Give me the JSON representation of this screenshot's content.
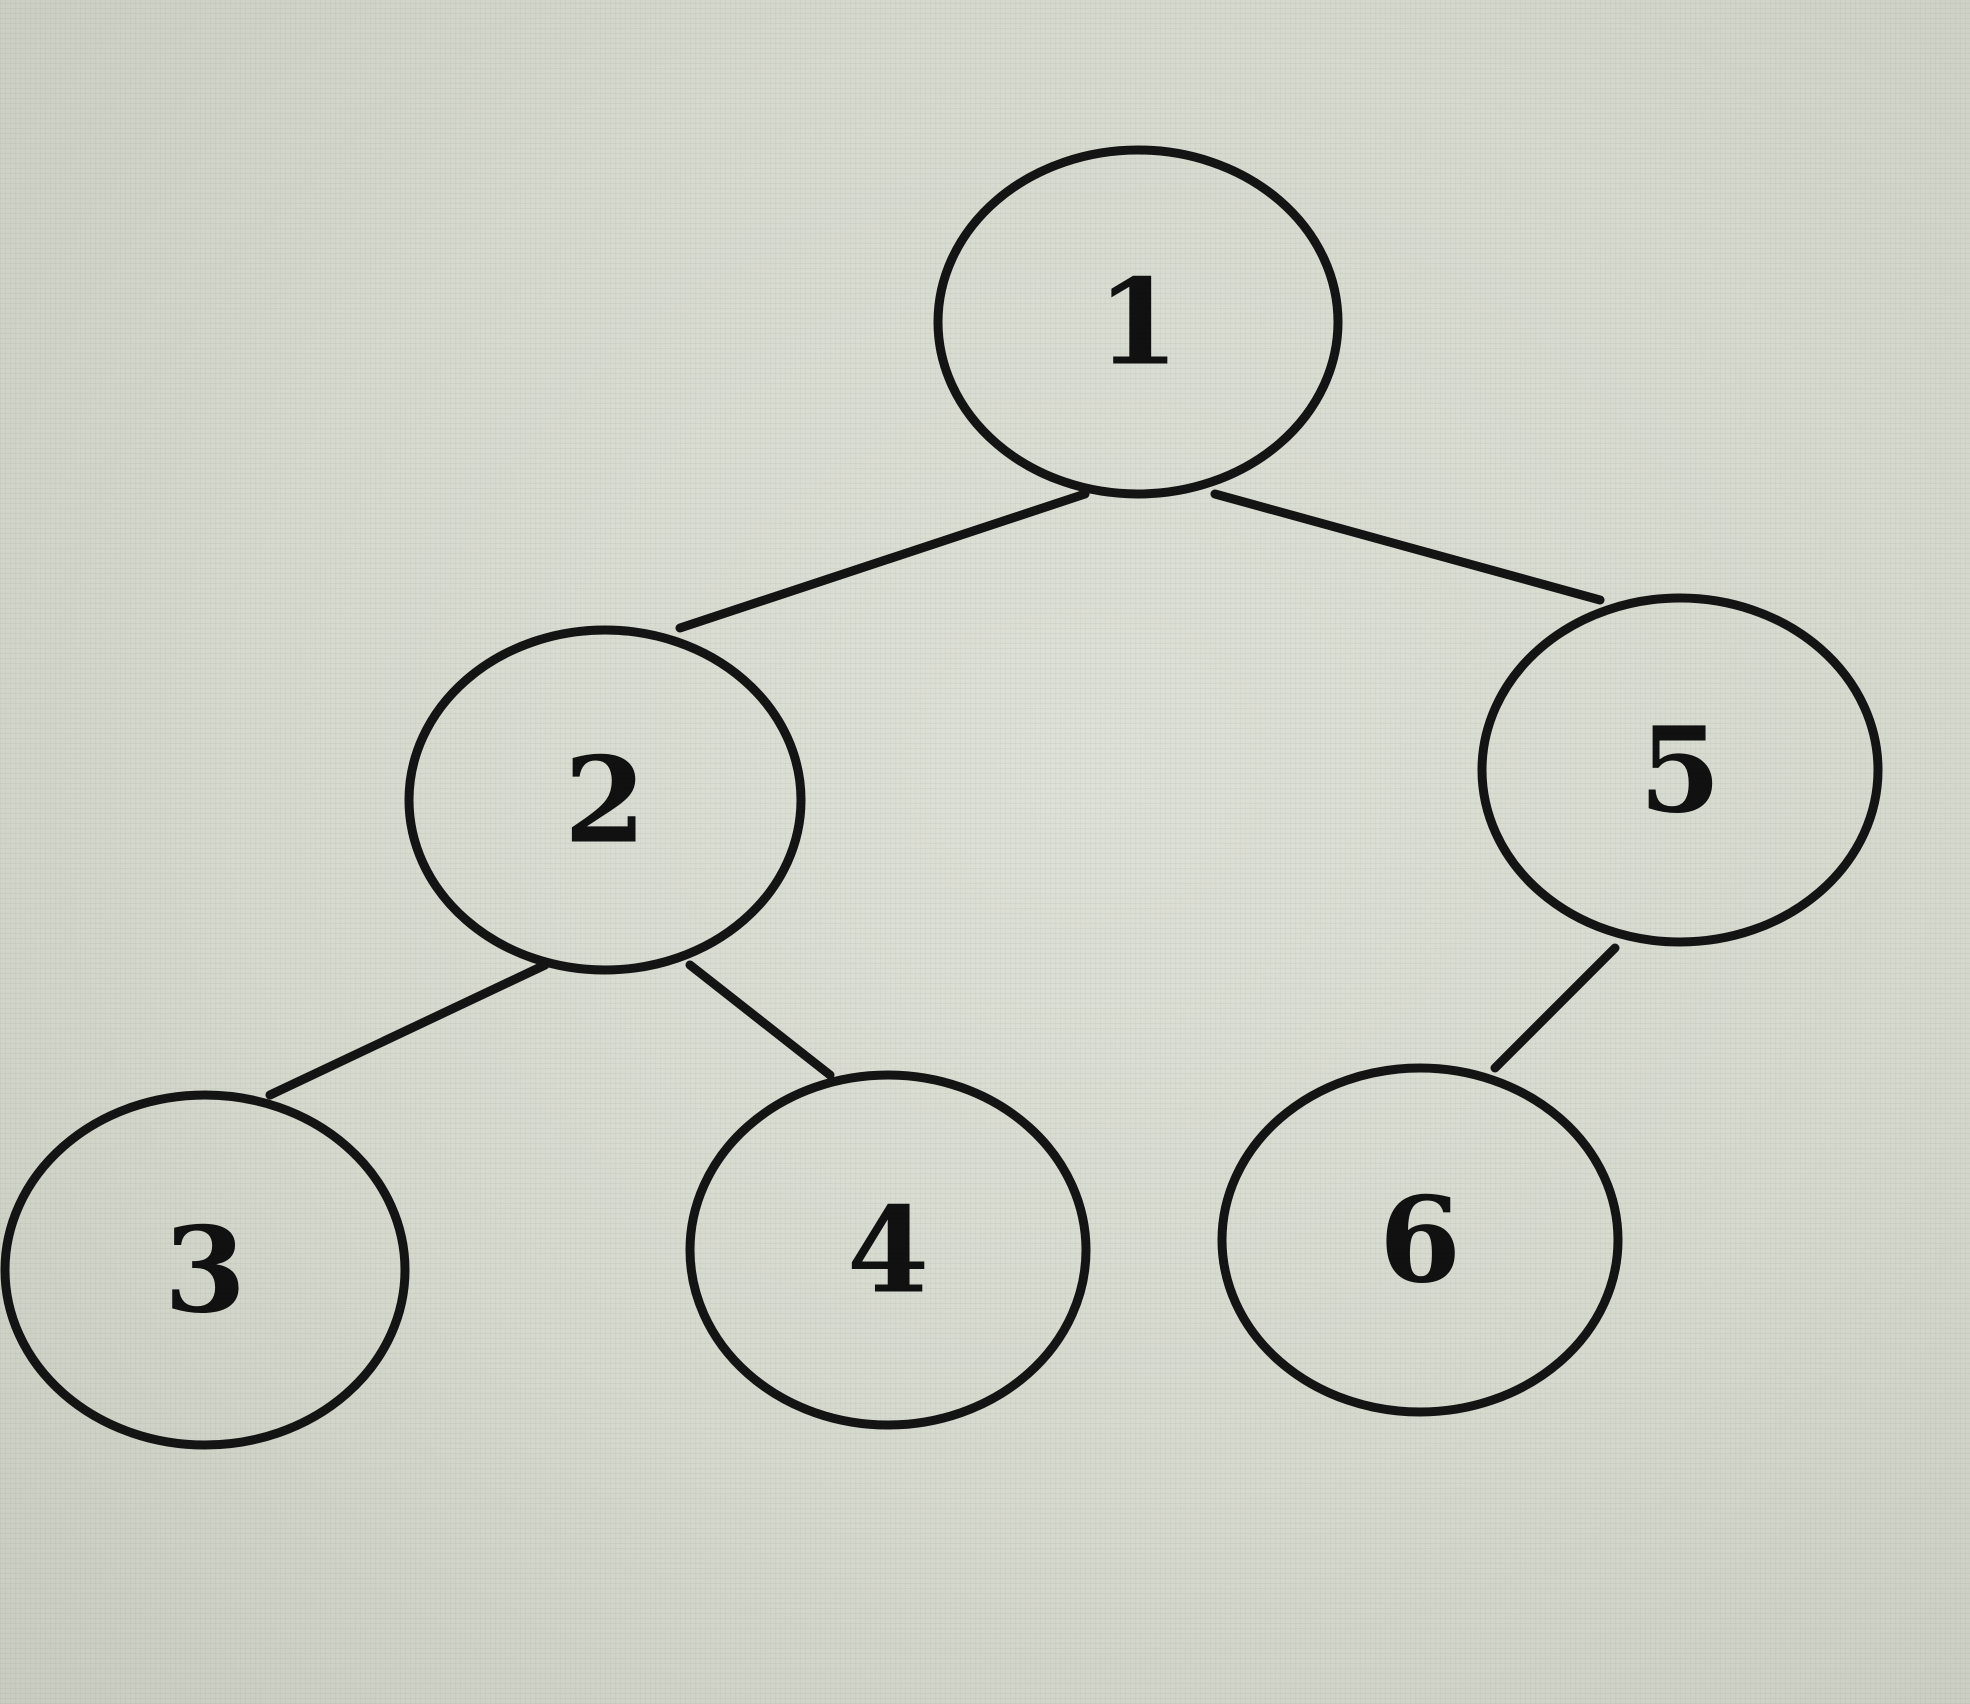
{
  "diagram": {
    "type": "binary-tree",
    "nodes": [
      {
        "id": "1",
        "label": "1"
      },
      {
        "id": "2",
        "label": "2"
      },
      {
        "id": "5",
        "label": "5"
      },
      {
        "id": "3",
        "label": "3"
      },
      {
        "id": "4",
        "label": "4"
      },
      {
        "id": "6",
        "label": "6"
      }
    ],
    "edges": [
      {
        "from": "1",
        "to": "2"
      },
      {
        "from": "1",
        "to": "5"
      },
      {
        "from": "2",
        "to": "3"
      },
      {
        "from": "2",
        "to": "4"
      },
      {
        "from": "5",
        "to": "6"
      }
    ],
    "colors": {
      "background": "#d9dcd1",
      "ink": "#141414"
    }
  }
}
